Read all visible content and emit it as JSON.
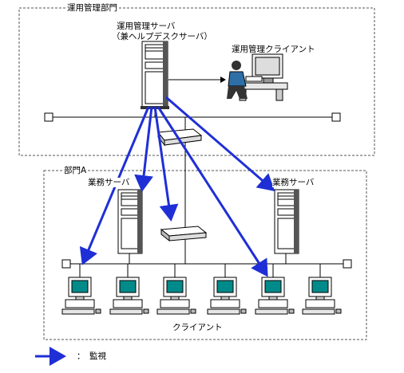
{
  "zones": {
    "ops_department": "運用管理部門",
    "department_a": "部門A"
  },
  "nodes": {
    "management_server": {
      "line1": "運用管理サーバ",
      "line2": "（兼ヘルプデスクサーバ）"
    },
    "management_client": "運用管理クライアント",
    "business_server_left": "業務サーバ",
    "business_server_right": "業務サーバ",
    "clients": "クライアント"
  },
  "legend": {
    "separator": "：",
    "monitoring": "監視"
  },
  "colors": {
    "monitor_arrow": "#1f2fd6",
    "client_screen": "#008a8a",
    "device_body": "#ffffff",
    "outline": "#000000",
    "operator_shirt": "#2f6fa8"
  }
}
